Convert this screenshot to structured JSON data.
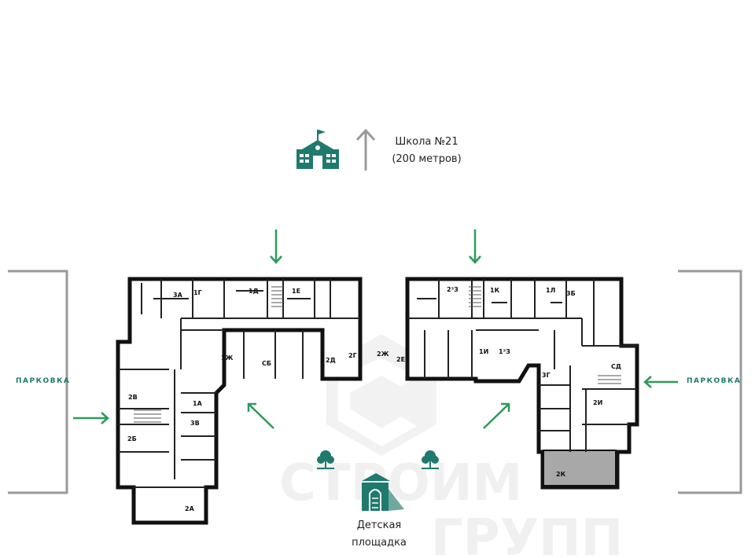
{
  "school": {
    "name": "Школа №21",
    "distance": "(200 метров)",
    "icon": "school-icon"
  },
  "parking": {
    "left_label": "ПАРКОВКА",
    "right_label": "ПАРКОВКА"
  },
  "playground": {
    "line1": "Детская",
    "line2": "площадка",
    "icon": "playground-icon"
  },
  "watermark": {
    "line1": "СТРОИМ",
    "line2": "ГРУПП"
  },
  "colors": {
    "accent": "#1f7a6d",
    "arrow": "#2e9a5a",
    "wall": "#111111",
    "bracket": "#9a9a9a",
    "highlight": "#a8a8a8"
  },
  "apartments": [
    "3А",
    "1Г",
    "1Д",
    "1Е",
    "1Ж",
    "СБ",
    "2Д",
    "2Г",
    "2Ж",
    "2Е",
    "1И",
    "1³З",
    "2³З",
    "1К",
    "1Л",
    "3Б",
    "СД",
    "3Г",
    "2И",
    "2К",
    "2В",
    "1А",
    "3В",
    "2Б",
    "2А"
  ]
}
